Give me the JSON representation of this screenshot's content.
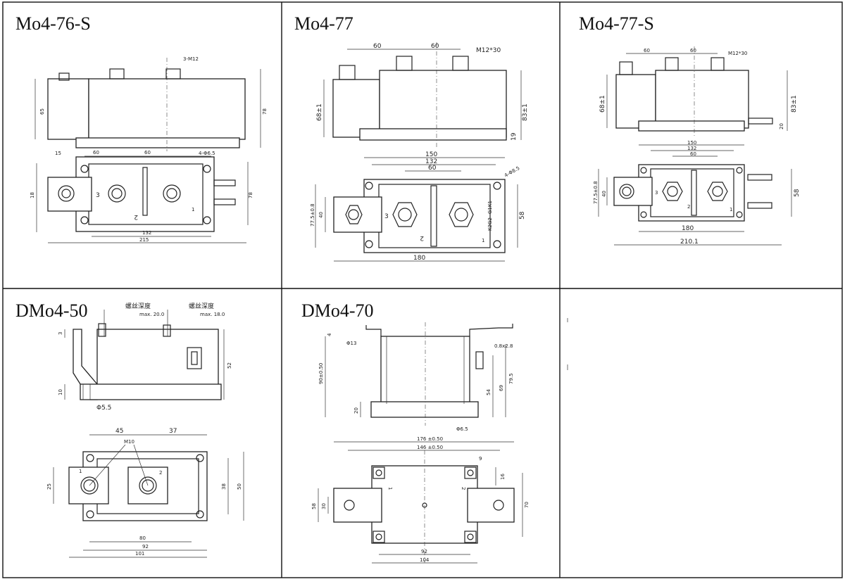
{
  "panels": [
    {
      "title": "Mo4-76-S",
      "labels": {
        "thread": "3-M12",
        "h1": "65",
        "h2": "78",
        "l1": "15",
        "l2": "60",
        "l3": "60",
        "holes": "4-Φ6.5",
        "w1": "18",
        "w2": "78",
        "len1": "132",
        "len2": "215",
        "t3": "3",
        "t2": "2",
        "t1": "1"
      }
    },
    {
      "title": "Mo4-77",
      "labels": {
        "s1": "60",
        "s2": "60",
        "thread": "M12*30",
        "h1": "68±1",
        "h2": "83±1",
        "h3": "19",
        "w1": "150",
        "w2": "132",
        "w3": "60",
        "holes": "4-Φ8.5",
        "d1": "77.5±0.8",
        "d2": "40",
        "d3": "58",
        "len": "180",
        "t3": "3",
        "t2": "2",
        "t1": "1",
        "g1": "K2G2",
        "g2": "G1K1"
      }
    },
    {
      "title": "Mo4-77-S",
      "labels": {
        "s1": "60",
        "s2": "60",
        "thread": "M12*30",
        "h1": "68±1",
        "h2": "83±1",
        "h3": "20",
        "w1": "150",
        "w2": "132",
        "w3": "60",
        "d1": "77.5±0.8",
        "d2": "40",
        "d3": "58",
        "len1": "180",
        "len2": "210.1",
        "t3": "3",
        "t2": "2",
        "t1": "1"
      }
    },
    {
      "title": "DMo4-50",
      "labels": {
        "depth1": "螺丝深度",
        "max1": "max. 20.0",
        "depth2": "螺丝深度",
        "max2": "max. 18.0",
        "h1": "52",
        "h2": "3",
        "h3": "10",
        "dia": "Φ5.5",
        "s1": "45",
        "s2": "37",
        "thread": "M10",
        "t1": "1",
        "t2": "2",
        "v1": "25",
        "v2": "38",
        "v3": "50",
        "len1": "80",
        "len2": "92",
        "len3": "101"
      }
    },
    {
      "title": "DMo4-70",
      "labels": {
        "h1": "4",
        "dia1": "Φ13",
        "tab": "0.8x2.8",
        "h2": "90±0.50",
        "h3": "79.5",
        "h4": "69",
        "h5": "54",
        "h6": "20",
        "dia2": "Φ6.5",
        "len1": "176 ±0.50",
        "len2": "146 ±0.50",
        "s1": "9",
        "s2": "16",
        "t1": "1",
        "t2": "2",
        "v1": "58",
        "v2": "30",
        "v3": "70",
        "len3": "92",
        "len4": "104"
      }
    }
  ]
}
